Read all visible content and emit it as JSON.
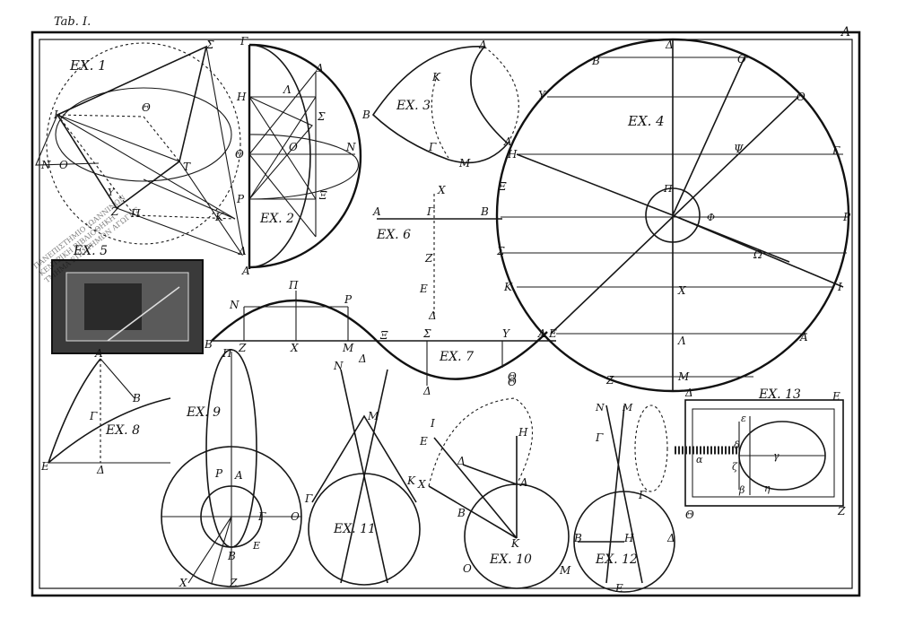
{
  "page_label": "Tab. I.",
  "corner_label": "A",
  "stamp_lines": [
    "ΠΑΝΕΠΙΣΤΗΜΙΟ ΙΩΑΝΝΙΝΩΝ",
    "ΚΕΝΤΡΙΚΗ ΒΙΒΛΙΟΘΗΚΗ",
    "ΤΜΗΜΑ ΕΠΙΣΤΗΜΩΝ ΑΓΩΓΗΣ"
  ],
  "colors": {
    "ink": "#161616",
    "paper": "#ffffff",
    "mezzotint": "#3a3a3a"
  },
  "figures": {
    "ex1": {
      "title": "ΕΧ. 1",
      "points": [
        "Σ",
        "Ι",
        "Θ",
        "Ν",
        "Ο",
        "Τ",
        "Κ",
        "Ζ",
        "Π",
        "Λ",
        "Υ"
      ]
    },
    "ex2": {
      "title": "ΕΧ. 2",
      "points": [
        "Γ",
        "Δ",
        "Η",
        "Λ",
        "Σ",
        "Θ",
        "Ο",
        "Ν",
        "Ρ",
        "Ξ",
        "Α"
      ]
    },
    "ex3": {
      "title": "ΕΧ. 3",
      "points": [
        "Δ",
        "Κ",
        "Β",
        "Γ",
        "Μ",
        "Α"
      ]
    },
    "ex4": {
      "title": "ΕΧ. 4",
      "points": [
        "Δ",
        "Β",
        "Ο",
        "Υ",
        "Θ",
        "Ψ",
        "Γ",
        "Η",
        "Ξ",
        "Ρ",
        "Ι",
        "Π",
        "Σ",
        "Κ",
        "Ε",
        "Χ",
        "Ζ",
        "Λ",
        "Α",
        "Μ",
        "Φ",
        "Ω"
      ]
    },
    "ex5": {
      "title": "ΕΧ. 5"
    },
    "ex6": {
      "title": "ΕΧ. 6",
      "points": [
        "Α",
        "Γ",
        "Β",
        "Χ",
        "Ζ",
        "Ε",
        "Δ"
      ]
    },
    "ex7": {
      "title": "ΕΧ. 7",
      "points": [
        "Ν",
        "Π",
        "Ρ",
        "Β",
        "Ζ",
        "Χ",
        "Μ",
        "Ξ",
        "Σ",
        "Υ",
        "Α",
        "Δ",
        "Θ"
      ]
    },
    "ex8": {
      "title": "ΕΧ. 8",
      "points": [
        "Α",
        "Β",
        "Γ",
        "Ε",
        "Δ"
      ]
    },
    "ex9": {
      "title": "ΕΧ. 9",
      "points": [
        "Π",
        "Ρ",
        "Α",
        "Γ",
        "Β",
        "Ε",
        "Ο",
        "Χ",
        "Ζ"
      ]
    },
    "ex10": {
      "title": "ΕΧ. 10",
      "points": [
        "Θ",
        "Η",
        "Ι",
        "Ε",
        "Δ",
        "Χ",
        "Α",
        "Β",
        "Κ",
        "Ο",
        "Μ"
      ]
    },
    "ex11": {
      "title": "ΕΧ. 11",
      "points": [
        "Ν",
        "Δ",
        "Μ",
        "Γ",
        "Κ"
      ]
    },
    "ex12": {
      "title": "ΕΧ. 12",
      "points": [
        "Γ",
        "Β",
        "Η",
        "Δ",
        "Ε",
        "Ν",
        "Μ"
      ]
    },
    "ex13": {
      "title": "ΕΧ. 13",
      "points": [
        "Ε",
        "Θ",
        "Ζ",
        "Δ",
        "Γ",
        "α",
        "β",
        "γ",
        "δ",
        "ε",
        "ζ",
        "η"
      ]
    }
  }
}
